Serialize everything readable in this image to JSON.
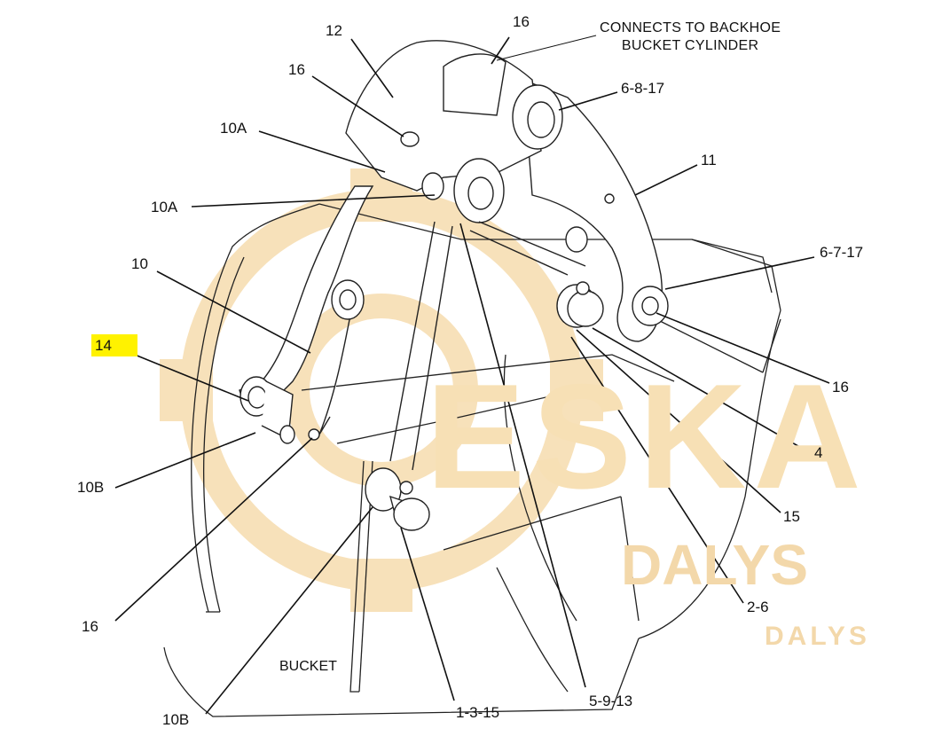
{
  "labels": {
    "connects_note_line1": "CONNECTS TO BACKHOE",
    "connects_note_line2": "BUCKET CYLINDER",
    "top_16": "16",
    "l12": "12",
    "l16_upper_left": "16",
    "l10A_upper": "10A",
    "l10A_lower": "10A",
    "l10": "10",
    "l14": "14",
    "l10B_left": "10B",
    "l16_lower_left": "16",
    "l10B_bottom": "10B",
    "bucket": "BUCKET",
    "l1_3_15": "1-3-15",
    "l5_9_13": "5-9-13",
    "l2_6": "2-6",
    "l15": "15",
    "l4": "4",
    "l16_right": "16",
    "l6_7_17": "6-7-17",
    "l11": "11",
    "l6_8_17": "6-8-17"
  },
  "watermark": {
    "big": "ESKA",
    "mid": "DALYS",
    "small": "DALYS"
  },
  "colors": {
    "line": "#1a1a1a",
    "watermark": "#f5d9a6",
    "highlight": "#fff200"
  }
}
